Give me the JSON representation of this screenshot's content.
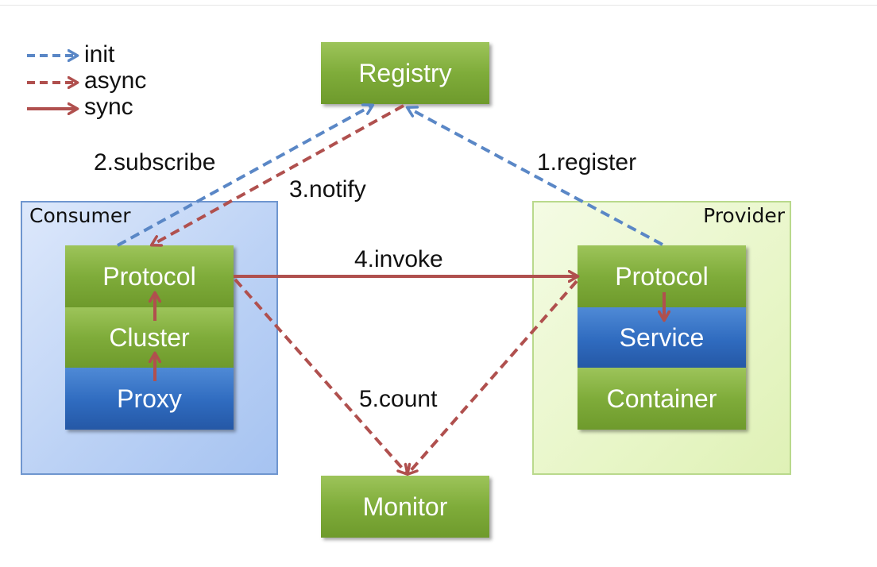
{
  "legend": {
    "items": [
      {
        "label": "init",
        "style": "dashed",
        "color": "#5a87c6"
      },
      {
        "label": "async",
        "style": "dashed",
        "color": "#b0504e"
      },
      {
        "label": "sync",
        "style": "solid",
        "color": "#b0504e"
      }
    ]
  },
  "nodes": {
    "registry": "Registry",
    "monitor": "Monitor"
  },
  "consumer": {
    "title": "Consumer",
    "layers": [
      "Protocol",
      "Cluster",
      "Proxy"
    ]
  },
  "provider": {
    "title": "Provider",
    "layers": [
      "Protocol",
      "Service",
      "Container"
    ]
  },
  "edges": {
    "subscribe": "2.subscribe",
    "notify": "3.notify",
    "register": "1.register",
    "invoke": "4.invoke",
    "count": "5.count"
  },
  "colors": {
    "init": "#5a87c6",
    "async": "#b0504e",
    "sync": "#b0504e",
    "green_box": "#7fac3a",
    "blue_box": "#2f6bbf"
  }
}
